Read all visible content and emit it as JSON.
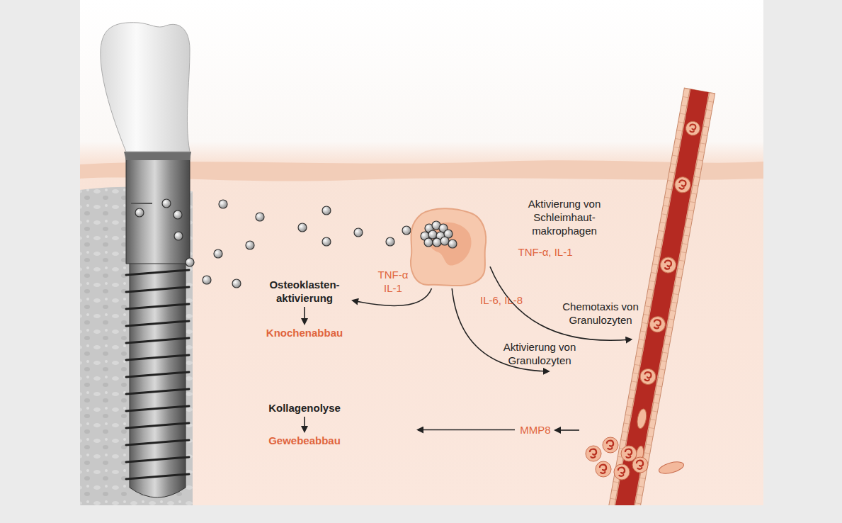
{
  "diagram": {
    "nodes": [
      {
        "text": [
          "Aktivierung von Schleimhaut-makrophagen"
        ]
      },
      {
        "text": [
          "Osteoklasten-aktivierung"
        ]
      },
      {
        "text": [
          "Knochenabbau"
        ]
      },
      {
        "text": [
          "Kollagenolyse"
        ]
      },
      {
        "text": [
          "Gewebeabbau"
        ]
      },
      {
        "text": [
          "MMP8"
        ]
      },
      {
        "text": [
          "Aktivierung von Granulozyten"
        ]
      },
      {
        "text": [
          "Chemotaxis von Granulozyten"
        ]
      }
    ],
    "edges": [
      {
        "from": 0,
        "to": 1,
        "label": "TNF-α IL-1",
        "arrow": "to"
      },
      {
        "from": 0,
        "to": 6,
        "label": "IL-6, IL-8",
        "arrow": "to"
      },
      {
        "from": 0,
        "to": 7,
        "arrow": "to"
      },
      {
        "from": 1,
        "to": 2,
        "arrow": "to"
      },
      {
        "from": 3,
        "to": 4,
        "arrow": "to"
      },
      {
        "from": 5,
        "to": 3,
        "arrow": "to"
      }
    ],
    "labels": [
      "TNF-α, IL-1"
    ]
  }
}
